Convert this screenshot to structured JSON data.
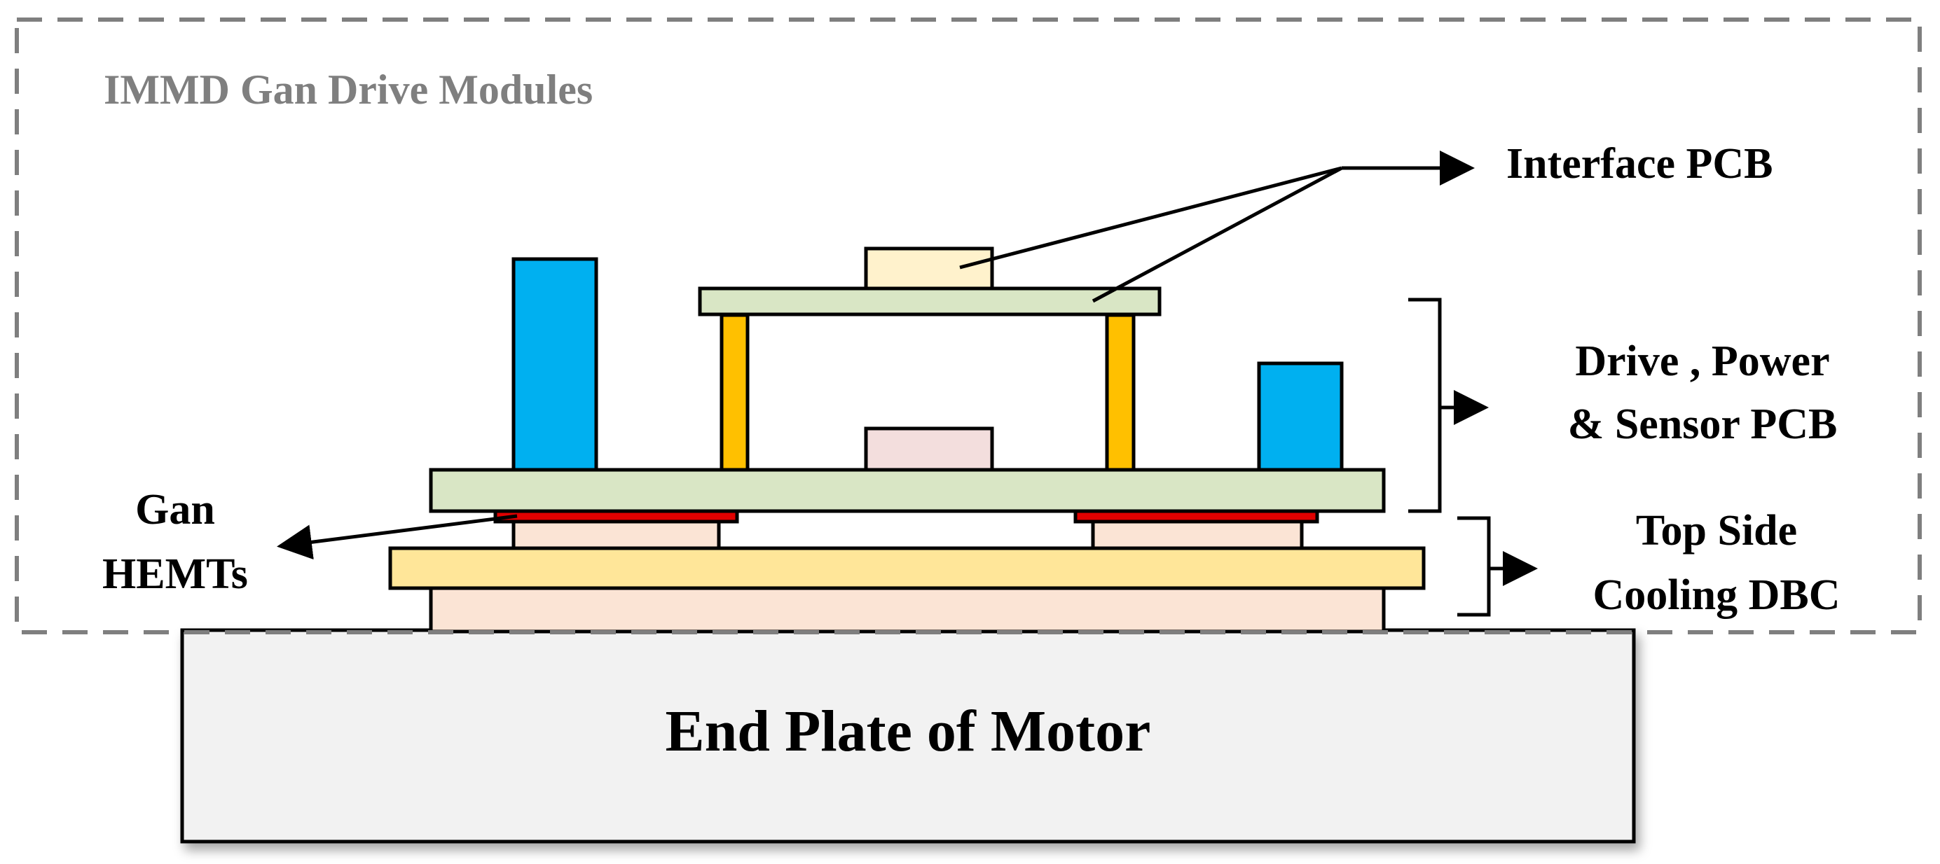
{
  "module_boundary": {
    "title": "IMMD Gan Drive Modules",
    "title_color": "#7f7f7f",
    "border_color": "#7f7f7f",
    "border_style": "dashed"
  },
  "labels": {
    "interface_pcb": "Interface PCB",
    "drive_power_sensor_line1": "Drive , Power",
    "drive_power_sensor_line2": "& Sensor PCB",
    "top_side_cooling_line1": "Top Side",
    "top_side_cooling_line2": "Cooling DBC",
    "gan_hemts_line1": "Gan",
    "gan_hemts_line2": "HEMTs",
    "end_plate": "End Plate of Motor"
  },
  "colors": {
    "capacitor": "#00b0f0",
    "standoff": "#ffc000",
    "pcb": "#d9e6c5",
    "interface_component": "#fff2cc",
    "driver_component": "#f3dedd",
    "gan_hemt": "#e00000",
    "copper_pad": "#fbe4d5",
    "dbc_substrate": "#ffe699",
    "end_plate": "#f2f2f2"
  }
}
